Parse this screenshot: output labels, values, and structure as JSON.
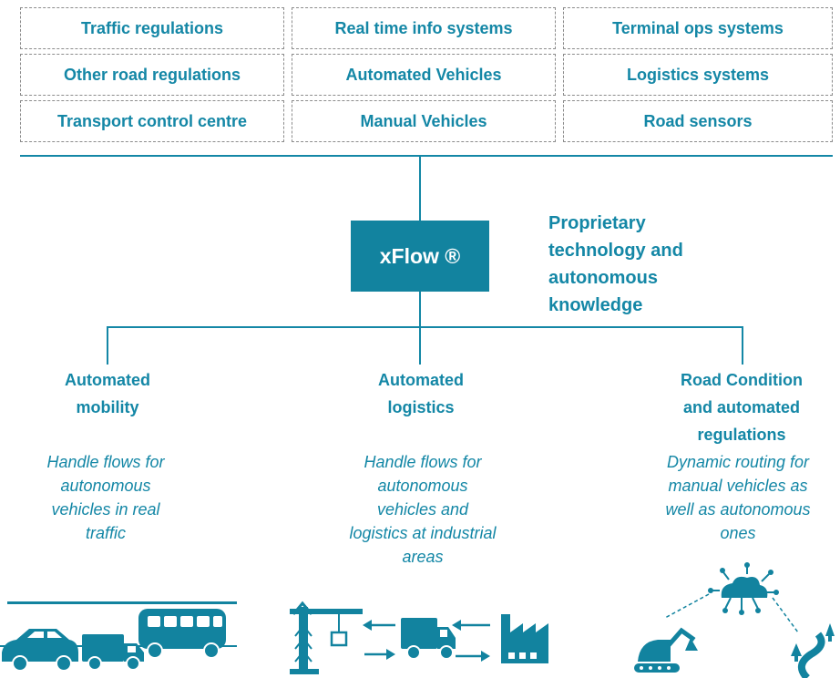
{
  "categories": [
    [
      "Traffic regulations",
      "Real time info systems",
      "Terminal ops systems"
    ],
    [
      "Other road regulations",
      "Automated Vehicles",
      "Logistics systems"
    ],
    [
      "Transport control centre",
      "Manual Vehicles",
      "Road sensors"
    ]
  ],
  "hub": {
    "label": "xFlow ®",
    "note_lines": [
      "Proprietary",
      "technology and",
      "autonomous",
      "knowledge"
    ]
  },
  "columns": [
    {
      "title_lines": [
        "Automated",
        "mobility"
      ],
      "desc_lines": [
        "Handle flows for",
        "autonomous",
        "vehicles in real",
        "traffic"
      ],
      "icon": "vehicles-icon"
    },
    {
      "title_lines": [
        "Automated",
        "logistics"
      ],
      "desc_lines": [
        "Handle flows for",
        "autonomous",
        "vehicles and",
        "logistics at industrial",
        "areas"
      ],
      "icon": "logistics-icon"
    },
    {
      "title_lines": [
        "Road Condition",
        "and automated",
        "regulations"
      ],
      "desc_lines": [
        "Dynamic routing for",
        "manual vehicles as",
        "well as autonomous",
        "ones"
      ],
      "icon": "road-network-icon"
    }
  ],
  "colors": {
    "accent": "#1487a6",
    "hub_fill": "#12839f",
    "dashed_border": "#8c8c8c"
  }
}
